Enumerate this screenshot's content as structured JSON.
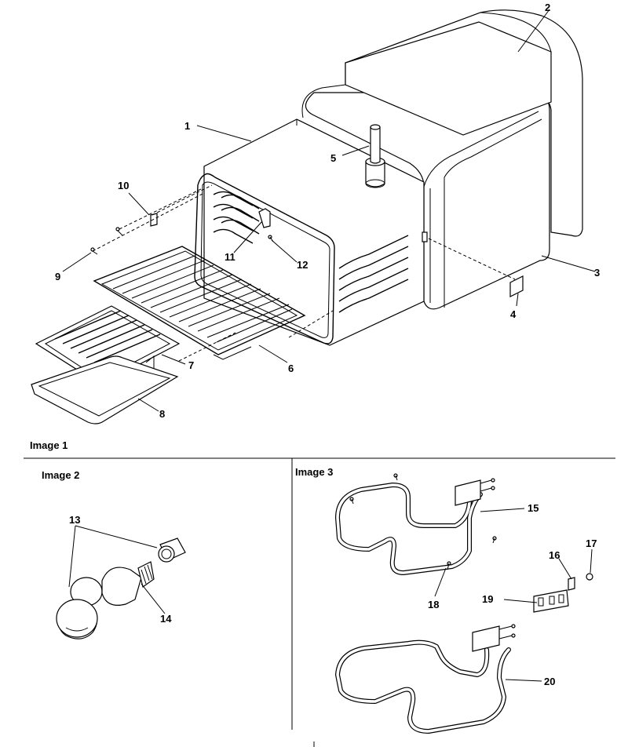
{
  "panels": {
    "image1": "Image 1",
    "image2": "Image 2",
    "image3": "Image 3"
  },
  "parts": {
    "p1": "1",
    "p2": "2",
    "p3": "3",
    "p4": "4",
    "p5": "5",
    "p6": "6",
    "p7": "7",
    "p8": "8",
    "p9": "9",
    "p10": "10",
    "p11": "11",
    "p12": "12",
    "p13": "13",
    "p14": "14",
    "p15": "15",
    "p16": "16",
    "p17": "17",
    "p18": "18",
    "p19": "19",
    "p20": "20"
  }
}
